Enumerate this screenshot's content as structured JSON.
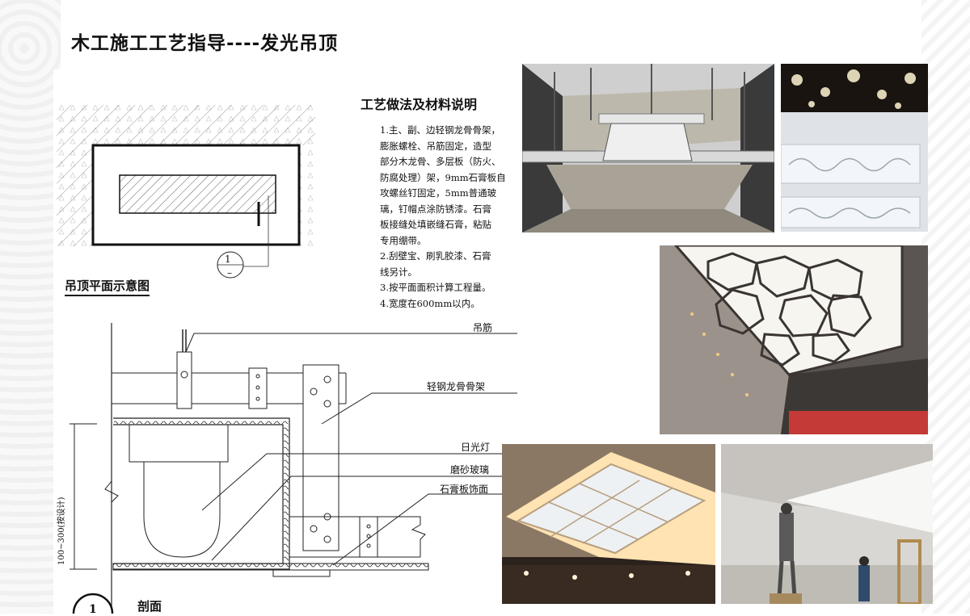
{
  "title": "木工施工工艺指导----发光吊顶",
  "notes": {
    "title": "工艺做法及材料说明",
    "items": [
      "1.主、副、边轻钢龙骨骨架，",
      "膨胀螺栓、吊筋固定，造型",
      "部分木龙骨、多层板（防火、",
      "防腐处理）架，9mm石膏板自",
      "攻螺丝钉固定，5mm普通玻",
      "璃，钉帽点涂防锈漆。石膏",
      "板接缝处填嵌缝石膏，粘贴",
      "专用绷带。",
      "2.刮壁宝、刷乳胶漆、石膏",
      "线另计。",
      "3.按平面面积计算工程量。",
      "4.宽度在600mm以内。"
    ]
  },
  "plan": {
    "title": "吊顶平面示意图",
    "marker_top": "1",
    "marker_bottom": "–"
  },
  "section": {
    "title": "剖面",
    "marker": "1",
    "dimension": "100~300(按设计)",
    "labels": {
      "hanger": "吊筋",
      "frame": "轻钢龙骨骨架",
      "lamp": "日光灯",
      "glass": "磨砂玻璃",
      "board": "石膏板饰面"
    }
  },
  "photos": [
    {
      "name": "photo-3d-section-render"
    },
    {
      "name": "photo-floral-glass-panels"
    },
    {
      "name": "photo-voronoi-light-ceiling"
    },
    {
      "name": "photo-square-light-box-ceiling"
    },
    {
      "name": "photo-film-ceiling-installation"
    }
  ]
}
